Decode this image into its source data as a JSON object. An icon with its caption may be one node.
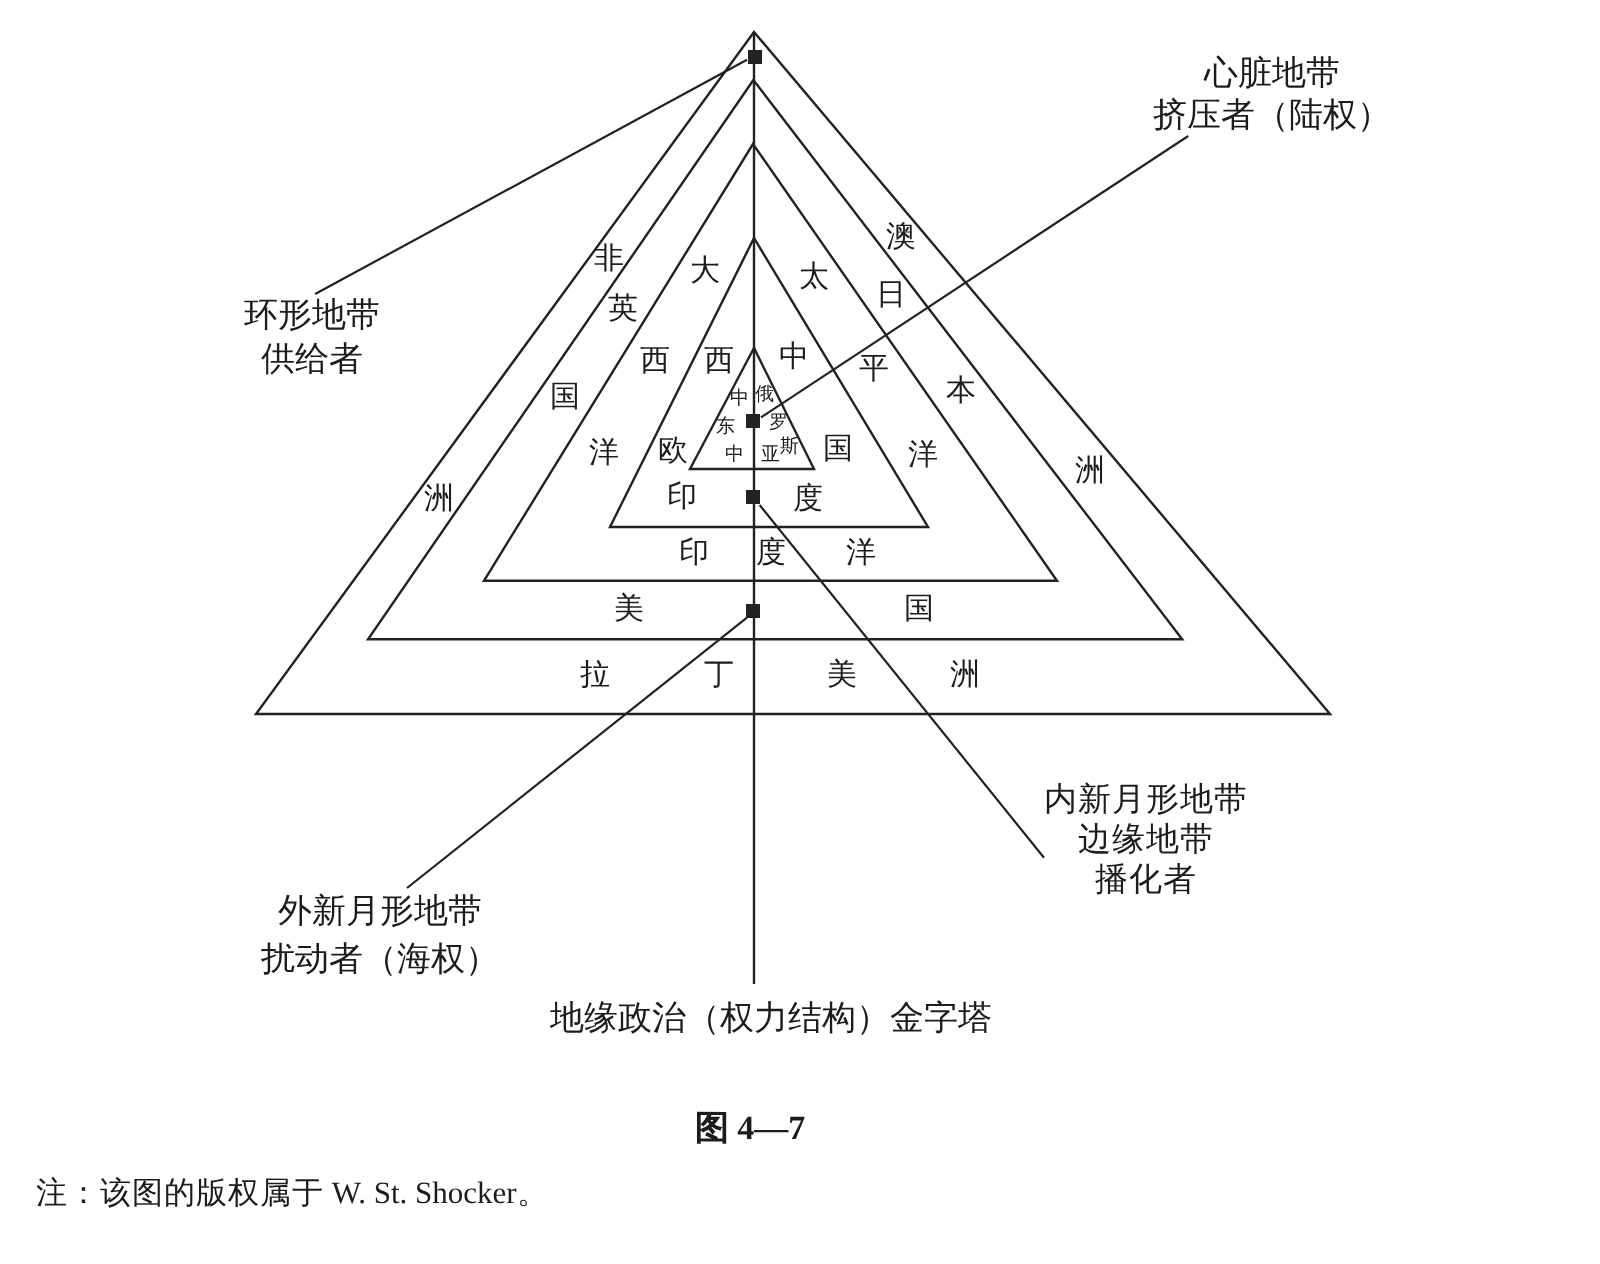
{
  "diagram": {
    "title": "地缘政治（权力结构）金字塔",
    "caption": "图 4—7",
    "nodes": [
      {
        "text": [
          "非",
          "洲",
          "澳",
          "洲",
          "拉",
          "丁",
          "美",
          "洲"
        ]
      },
      {
        "text": [
          "英",
          "国",
          "日",
          "本",
          "美",
          "国"
        ],
        "in": 0
      },
      {
        "text": [
          "大",
          "西",
          "洋",
          "太",
          "平",
          "洋",
          "印",
          "度",
          "洋"
        ],
        "in": 1
      },
      {
        "text": [
          "西",
          "欧",
          "中",
          "国",
          "印",
          "度"
        ],
        "in": 2
      },
      {
        "text": [
          "中",
          "东",
          "俄",
          "罗",
          "斯",
          "中",
          "亚"
        ],
        "in": 3
      },
      {
        "text": [],
        "shape": "box",
        "in": 0
      },
      {
        "text": [],
        "shape": "box",
        "in": 4
      },
      {
        "text": [],
        "shape": "box",
        "in": 3
      },
      {
        "text": [],
        "shape": "box",
        "in": 1
      },
      {
        "text": [
          "心脏地带",
          "挤压者（陆权）"
        ]
      },
      {
        "text": [
          "环形地带",
          "供给者"
        ]
      },
      {
        "text": [
          "内新月形地带",
          "边缘地带",
          "播化者"
        ]
      },
      {
        "text": [
          "外新月形地带",
          "扰动者（海权）"
        ]
      }
    ],
    "edges": [
      {
        "from": 10,
        "to": 5,
        "arrow": "none"
      },
      {
        "from": 9,
        "to": 6,
        "arrow": "none"
      },
      {
        "from": 11,
        "to": 7,
        "arrow": "none"
      },
      {
        "from": 12,
        "to": 8,
        "arrow": "none"
      }
    ],
    "labels": [
      "注：该图的版权属于 W. St. Shocker。"
    ]
  }
}
